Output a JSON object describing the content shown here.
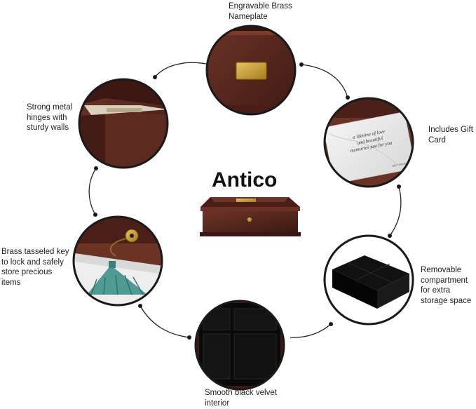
{
  "title": "Antico",
  "features": [
    {
      "id": "nameplate",
      "label": "Engravable Brass\nNameplate",
      "icon": "brass-nameplate-photo"
    },
    {
      "id": "gift-card",
      "label": "Includes Gift\nCard",
      "icon": "gift-card-photo"
    },
    {
      "id": "compartment",
      "label": "Removable\ncompartment\nfor extra\nstorage space",
      "icon": "tray-photo"
    },
    {
      "id": "velvet",
      "label": "Smooth black velvet\ninterior",
      "icon": "velvet-interior-photo"
    },
    {
      "id": "key",
      "label": "Brass tasseled key\nto lock and safely\nstore precious\nitems",
      "icon": "tassel-key-photo"
    },
    {
      "id": "hinges",
      "label": "Strong metal\nhinges with\nsturdy walls",
      "icon": "hinge-photo"
    }
  ],
  "gift_card_text": [
    "a lifetime of love",
    "and beautiful",
    "memories just for you"
  ],
  "gift_card_brand": "DECOMOMO",
  "colors": {
    "wood": "#5a2a20",
    "wood_dark": "#3a1712",
    "brass": "#c9a13b",
    "velvet": "#0c0c0c",
    "tassel": "#4f9a93",
    "ring": "#1a1a1a",
    "connector": "#222222"
  }
}
